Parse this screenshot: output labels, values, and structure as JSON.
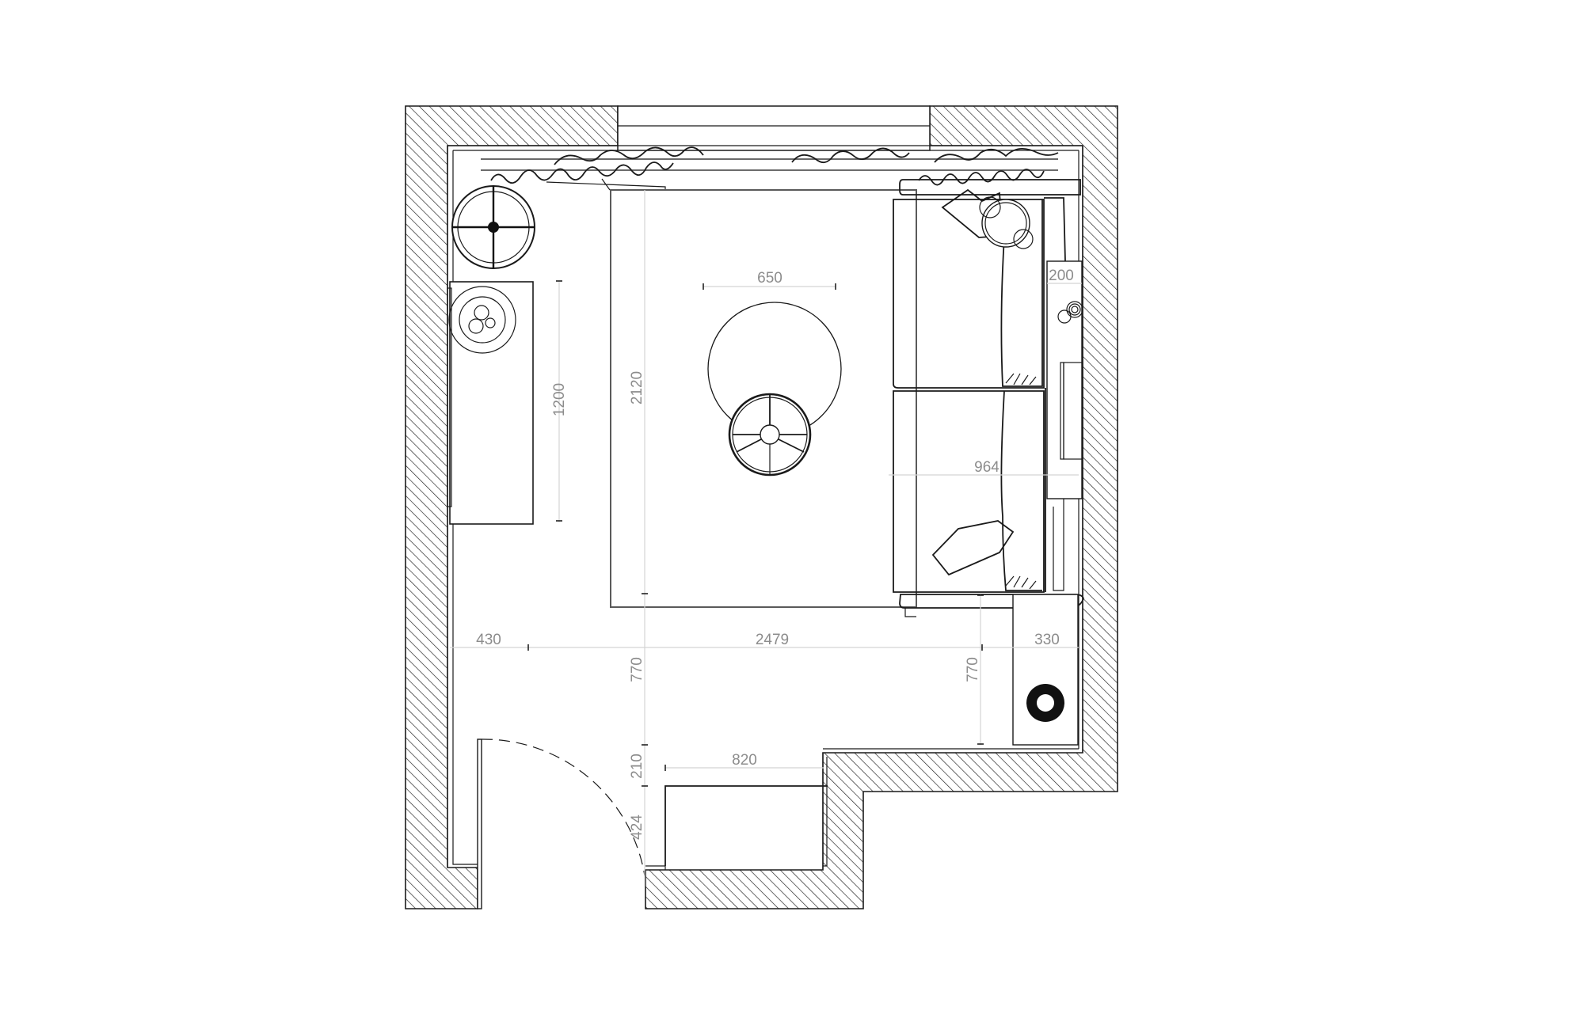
{
  "plan": {
    "type": "architectural floor plan",
    "room": "living room",
    "units": "mm",
    "colors": {
      "wall_stroke": "#1a1a1a",
      "hatch": "#1a1a1a",
      "dimension_text": "#8c8c8c",
      "dimension_line": "#d4d4d4",
      "background": "#ffffff"
    }
  },
  "dimensions": {
    "coffee_table_diameter": "650",
    "sideboard_length": "1200",
    "rug_length": "2120",
    "left_clearance": "430",
    "room_width_span": "2479",
    "right_cabinet_depth": "330",
    "sofa_depth": "964",
    "shelf_depth": "200",
    "walkway_left": "770",
    "walkway_right": "770",
    "niche_offset": "210",
    "niche_width": "820",
    "door_to_niche": "424"
  },
  "furniture": [
    {
      "name": "floor-lamp-corner",
      "icon": "floor-lamp-icon"
    },
    {
      "name": "sideboard",
      "icon": "cabinet-icon"
    },
    {
      "name": "table-lamp-cluster",
      "icon": "lamp-icon"
    },
    {
      "name": "area-rug",
      "icon": "rug-icon"
    },
    {
      "name": "round-coffee-table",
      "icon": "table-icon"
    },
    {
      "name": "round-pouf",
      "icon": "pouf-icon"
    },
    {
      "name": "sofa",
      "icon": "sofa-icon"
    },
    {
      "name": "cushions",
      "icon": "pillow-icon"
    },
    {
      "name": "curtains",
      "icon": "curtain-icon"
    },
    {
      "name": "window",
      "icon": "window-icon"
    },
    {
      "name": "wall-shelf",
      "icon": "shelf-icon"
    },
    {
      "name": "corner-cabinet",
      "icon": "cabinet-icon"
    },
    {
      "name": "speaker",
      "icon": "speaker-icon"
    },
    {
      "name": "entry-door",
      "icon": "door-icon"
    }
  ]
}
